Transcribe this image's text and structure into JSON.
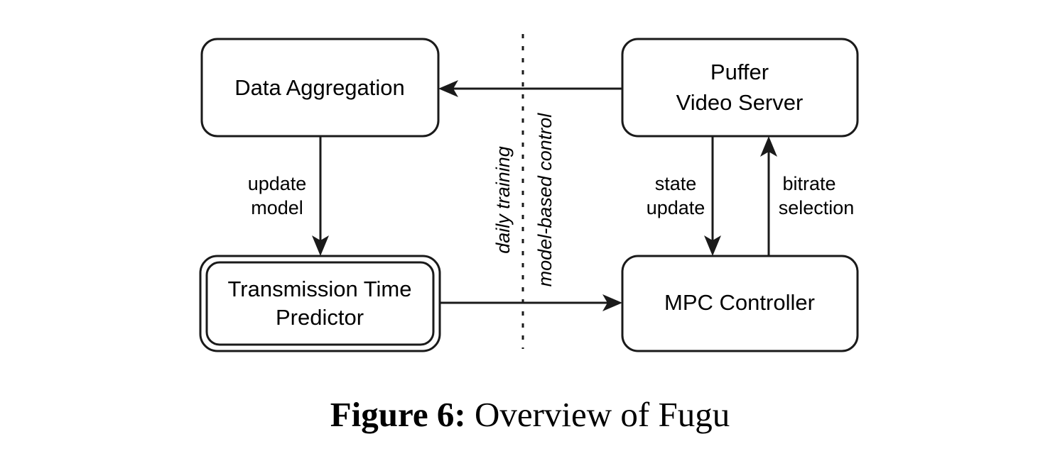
{
  "figure": {
    "caption_prefix": "Figure 6:",
    "caption_text": "Overview of Fugu",
    "background_color": "#ffffff",
    "stroke_color": "#1a1a1a"
  },
  "nodes": {
    "data_aggregation": {
      "label": "Data Aggregation",
      "lines": [
        "Data Aggregation"
      ],
      "shape": "rounded-rect"
    },
    "puffer_video_server": {
      "label": "Puffer Video Server",
      "lines": [
        "Puffer",
        "Video Server"
      ],
      "shape": "rounded-rect"
    },
    "transmission_time_predictor": {
      "label": "Transmission Time Predictor",
      "lines": [
        "Transmission Time",
        "Predictor"
      ],
      "shape": "double-rounded-rect"
    },
    "mpc_controller": {
      "label": "MPC Controller",
      "lines": [
        "MPC Controller"
      ],
      "shape": "rounded-rect"
    }
  },
  "edges": {
    "server_to_aggregation": {
      "label": "",
      "from": "Puffer Video Server",
      "to": "Data Aggregation",
      "direction": "left"
    },
    "aggregation_to_predictor": {
      "label": "update model",
      "lines": [
        "update",
        "model"
      ],
      "from": "Data Aggregation",
      "to": "Transmission Time Predictor",
      "direction": "down"
    },
    "predictor_to_mpc": {
      "label": "",
      "from": "Transmission Time Predictor",
      "to": "MPC Controller",
      "direction": "right"
    },
    "server_to_mpc": {
      "label": "state update",
      "lines": [
        "state",
        "update"
      ],
      "from": "Puffer Video Server",
      "to": "MPC Controller",
      "direction": "down"
    },
    "mpc_to_server": {
      "label": "bitrate selection",
      "lines": [
        "bitrate",
        "selection"
      ],
      "from": "MPC Controller",
      "to": "Puffer Video Server",
      "direction": "up"
    }
  },
  "zones": {
    "left": {
      "label": "daily training"
    },
    "right": {
      "label": "model-based control"
    },
    "divider": {
      "style": "dotted-vertical"
    }
  }
}
